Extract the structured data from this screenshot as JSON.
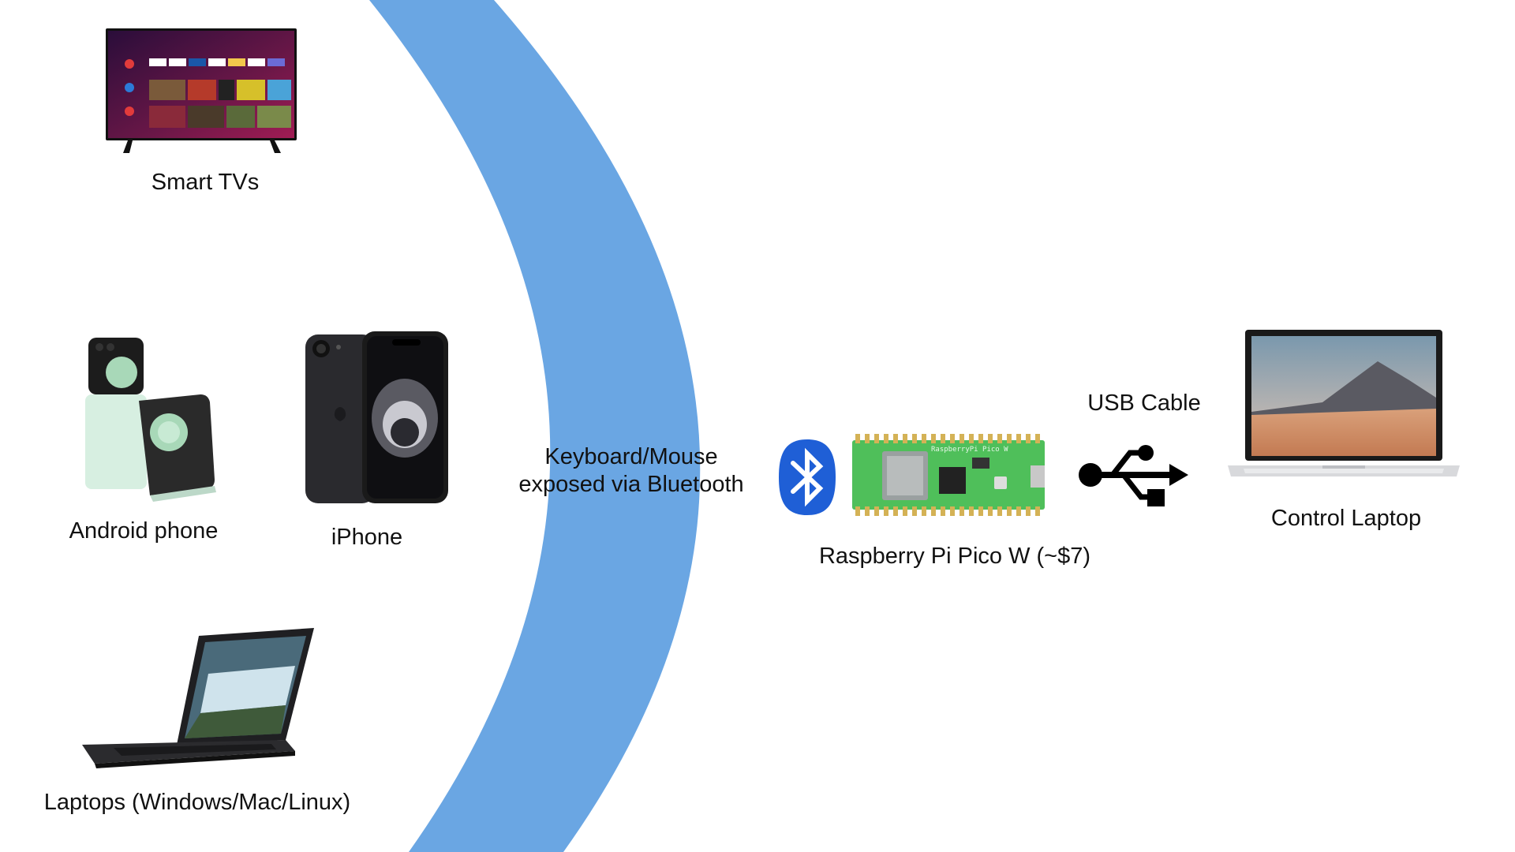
{
  "colors": {
    "arc": "#6aa6e3",
    "bluetooth": "#1f5fd6",
    "board": "#4fbf5a",
    "board_dark": "#2f8f3d",
    "pins": "#d4b256",
    "usb": "#000000",
    "tv_screen": "#3a1236",
    "phone_dark": "#2a2a2e",
    "laptop_silver": "#d8d9dc"
  },
  "devices": {
    "smart_tv": {
      "label": "Smart TVs",
      "icon": "smart-tv"
    },
    "android_phone": {
      "label": "Android phone",
      "icon": "flip-phone"
    },
    "iphone": {
      "label": "iPhone",
      "icon": "iphone"
    },
    "laptops": {
      "label": "Laptops (Windows/Mac/Linux)",
      "icon": "laptop"
    }
  },
  "connection": {
    "bluetooth_label_line1": "Keyboard/Mouse",
    "bluetooth_label_line2": "exposed via Bluetooth",
    "bluetooth_icon": "bluetooth-icon"
  },
  "pico": {
    "label": "Raspberry Pi Pico W (~$7)",
    "silkscreen": "RaspberryPi Pico W"
  },
  "usb": {
    "label": "USB Cable",
    "icon": "usb-icon"
  },
  "control_laptop": {
    "label": "Control Laptop"
  }
}
